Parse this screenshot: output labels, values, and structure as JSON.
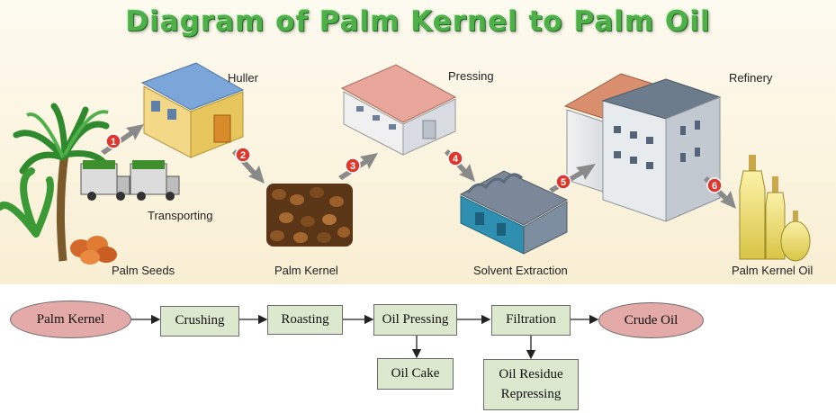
{
  "title": "Diagram of Palm Kernel to Palm Oil",
  "stages": {
    "huller": "Huller",
    "pressing": "Pressing",
    "refinery": "Refinery",
    "transporting": "Transporting",
    "palm_seeds": "Palm Seeds",
    "palm_kernel": "Palm Kernel",
    "solvent_extraction": "Solvent Extraction",
    "palm_kernel_oil": "Palm Kernel Oil"
  },
  "steps": [
    "1",
    "2",
    "3",
    "4",
    "5",
    "6"
  ],
  "flowchart": {
    "start": "Palm Kernel",
    "crushing": "Crushing",
    "roasting": "Roasting",
    "oil_pressing": "Oil Pressing",
    "filtration": "Filtration",
    "end": "Crude Oil",
    "oil_cake": "Oil Cake",
    "oil_residue": "Oil Residue Repressing"
  },
  "colors": {
    "title_green": "#4fb04a",
    "step_badge_red": "#e0352b",
    "flow_box_fill": "#dde9cf",
    "flow_oval_fill": "#e4aaa8"
  }
}
